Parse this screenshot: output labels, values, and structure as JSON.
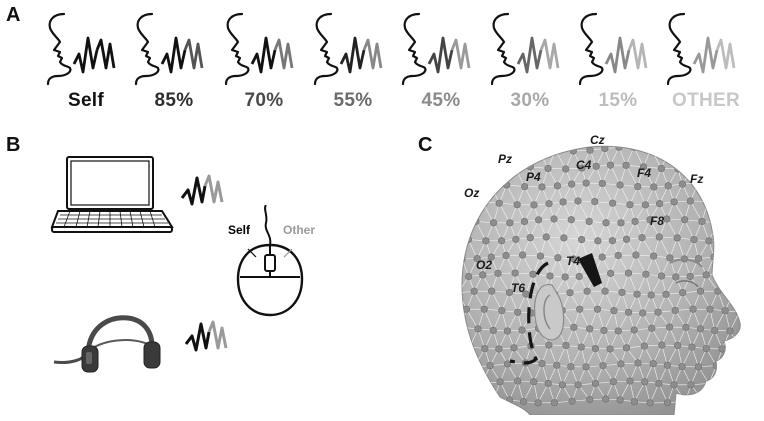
{
  "panels": {
    "a": "A",
    "b": "B",
    "c": "C"
  },
  "morph_steps": [
    {
      "label": "Self",
      "color": "#111111",
      "wave_self": "#111111",
      "wave_other": "#111111"
    },
    {
      "label": "85%",
      "color": "#2e2e2e",
      "wave_self": "#111111",
      "wave_other": "#555555"
    },
    {
      "label": "70%",
      "color": "#4a4a4a",
      "wave_self": "#111111",
      "wave_other": "#777777"
    },
    {
      "label": "55%",
      "color": "#6a6a6a",
      "wave_self": "#222222",
      "wave_other": "#888888"
    },
    {
      "label": "45%",
      "color": "#8a8a8a",
      "wave_self": "#444444",
      "wave_other": "#9a9a9a"
    },
    {
      "label": "30%",
      "color": "#a8a8a8",
      "wave_self": "#666666",
      "wave_other": "#a8a8a8"
    },
    {
      "label": "15%",
      "color": "#bdbdbd",
      "wave_self": "#888888",
      "wave_other": "#b5b5b5"
    },
    {
      "label": "OTHER",
      "color": "#c8c8c8",
      "wave_self": "#999999",
      "wave_other": "#bdbdbd"
    }
  ],
  "mouse": {
    "left_label": "Self",
    "right_label": "Other",
    "left_color": "#111111",
    "right_color": "#9a9a9a"
  },
  "electrodes": [
    {
      "label": "Cz"
    },
    {
      "label": "Pz"
    },
    {
      "label": "C4"
    },
    {
      "label": "F4"
    },
    {
      "label": "Fz"
    },
    {
      "label": "P4"
    },
    {
      "label": "Oz"
    },
    {
      "label": "F8"
    },
    {
      "label": "O2"
    },
    {
      "label": "T4"
    },
    {
      "label": "T6"
    }
  ],
  "colors": {
    "self": "#111111",
    "other": "#9a9a9a",
    "head": "#a9a9a9"
  }
}
